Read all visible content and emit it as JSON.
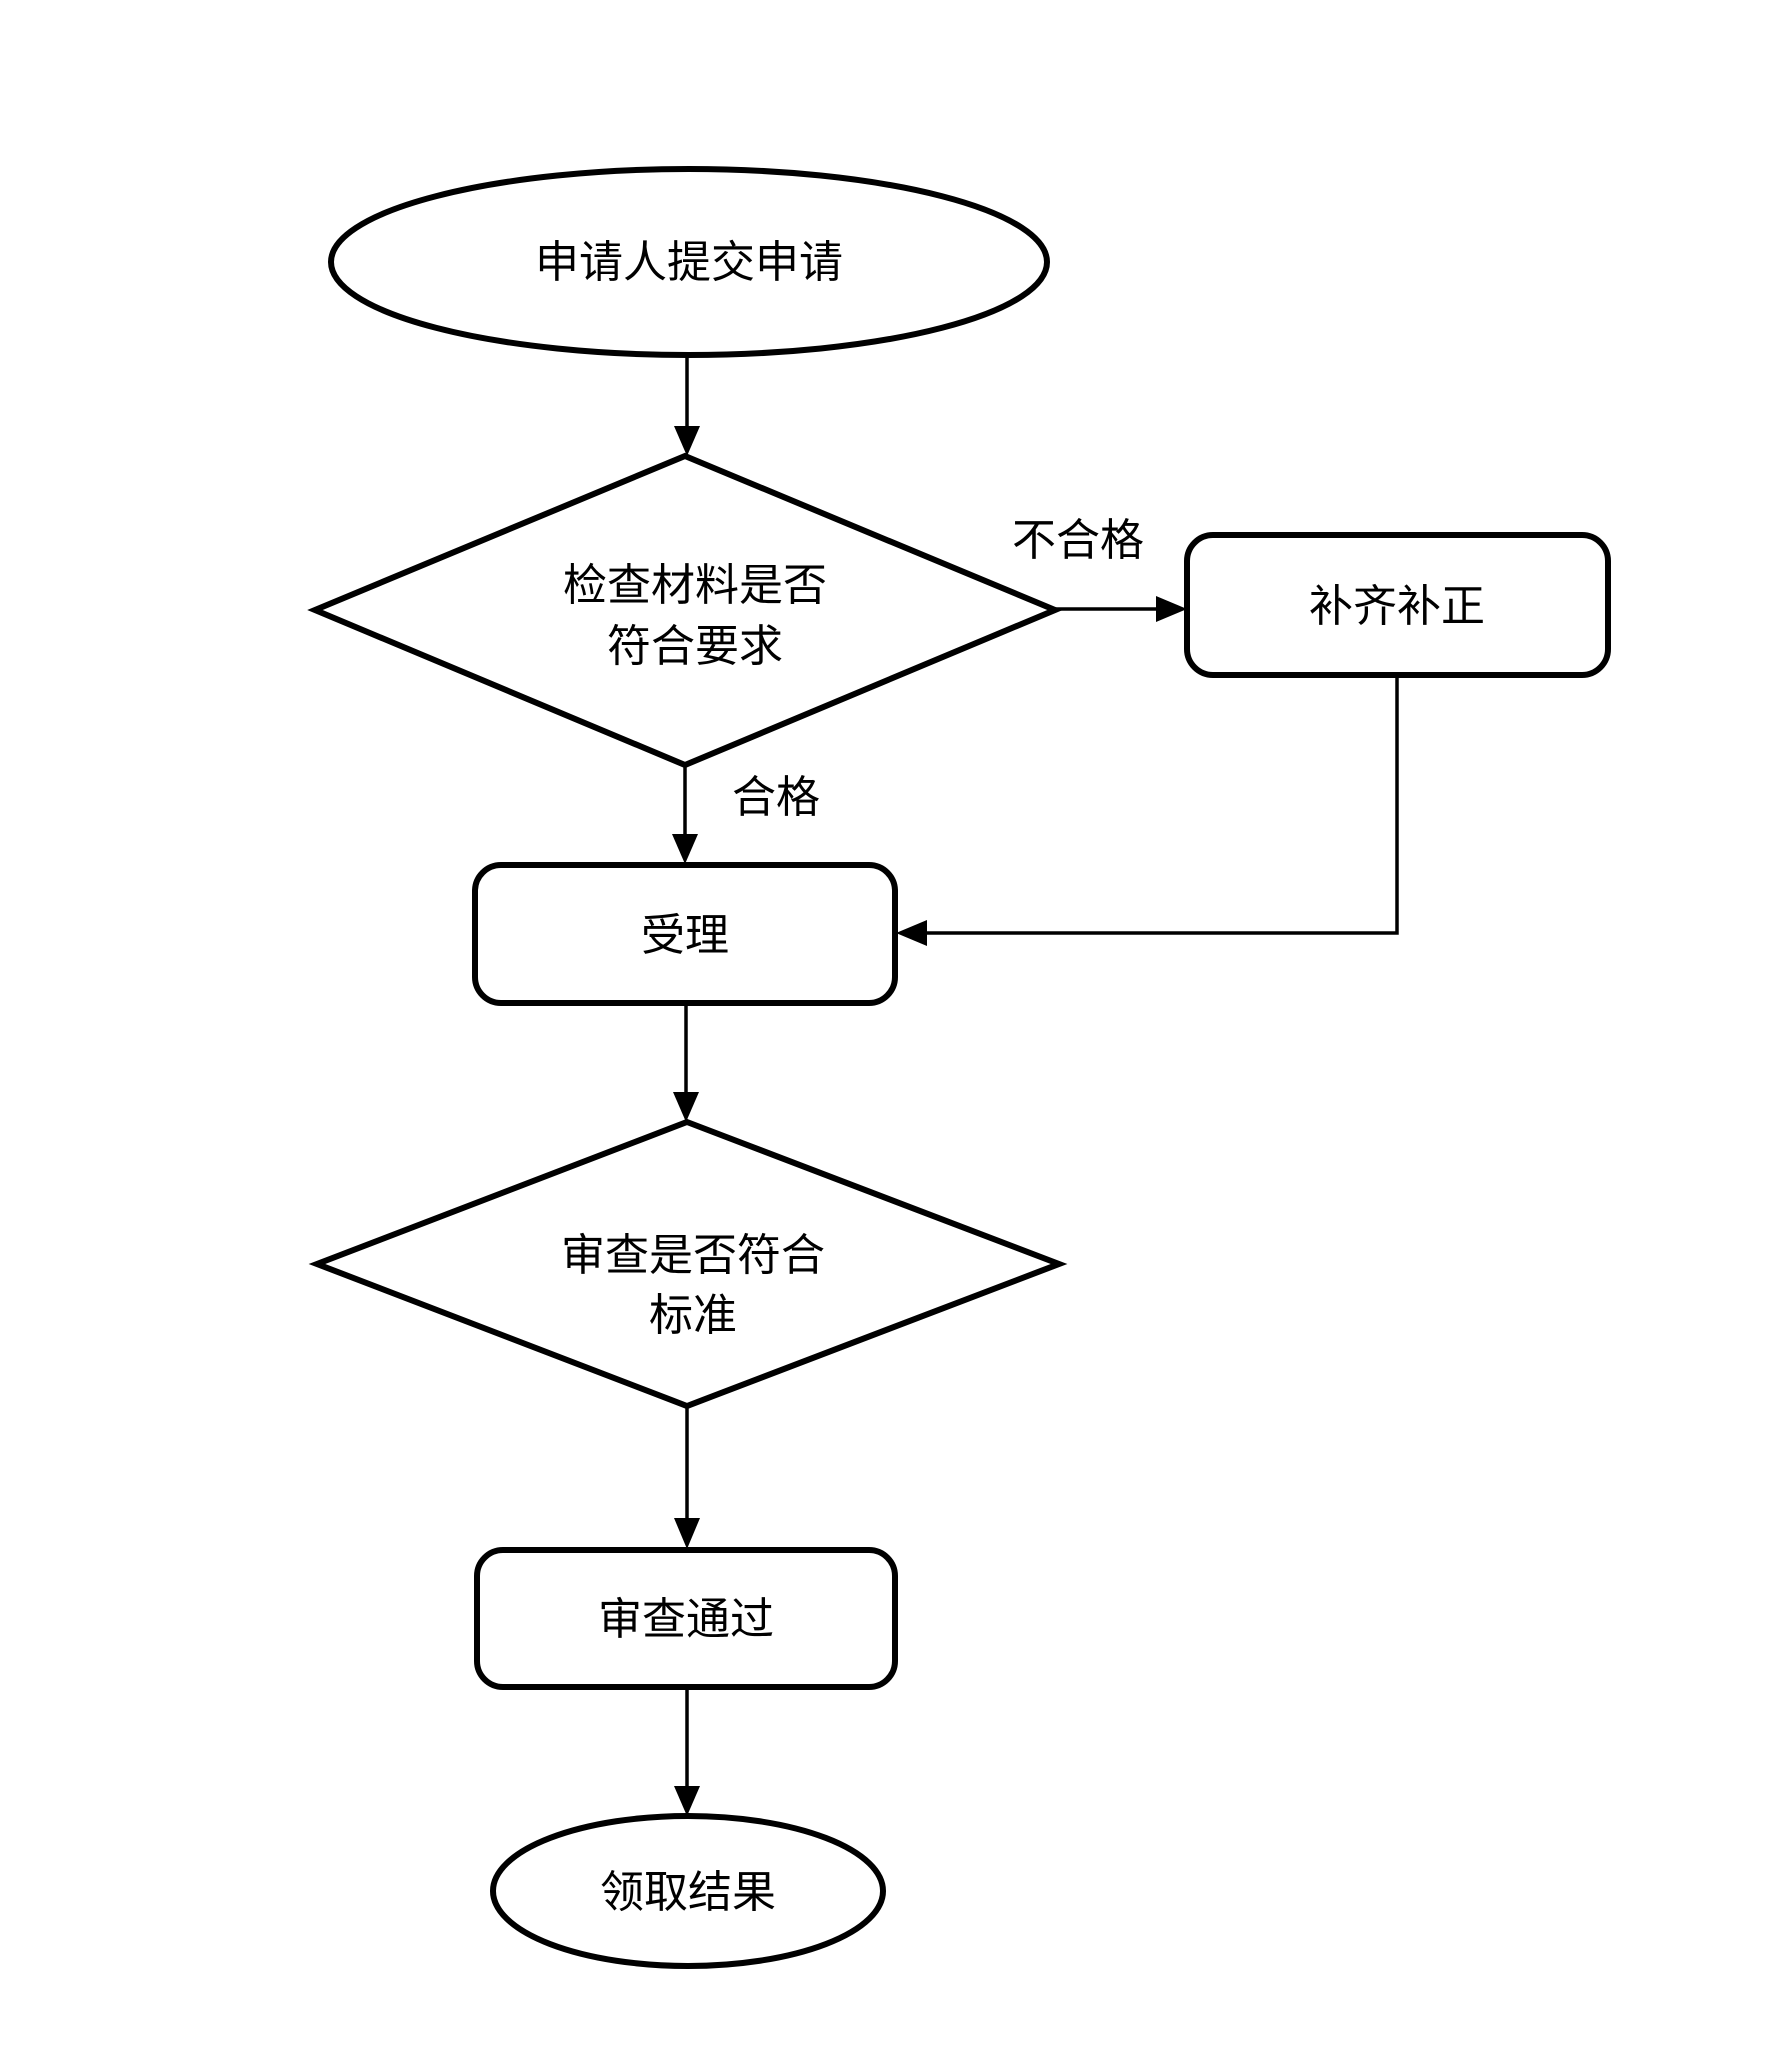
{
  "diagram": {
    "type": "flowchart",
    "background_color": "#ffffff",
    "stroke_color": "#000000",
    "fill_color": "#ffffff",
    "nodes": {
      "start": {
        "type": "terminator-ellipse",
        "label": "申请人提交申请"
      },
      "check_materials": {
        "type": "decision-diamond",
        "label": "检查材料是否符合要求",
        "line1": "检查材料是否",
        "line2": "符合要求"
      },
      "supplement": {
        "type": "process-box",
        "label": "补齐补正"
      },
      "accept": {
        "type": "process-box",
        "label": "受理"
      },
      "review": {
        "type": "decision-diamond",
        "label": "审查是否符合标准",
        "line1": "审查是否符合",
        "line2": "标准"
      },
      "review_passed": {
        "type": "process-box",
        "label": "审查通过"
      },
      "end": {
        "type": "terminator-ellipse",
        "label": "领取结果"
      }
    },
    "edge_labels": {
      "fail": "不合格",
      "pass": "合格"
    }
  }
}
